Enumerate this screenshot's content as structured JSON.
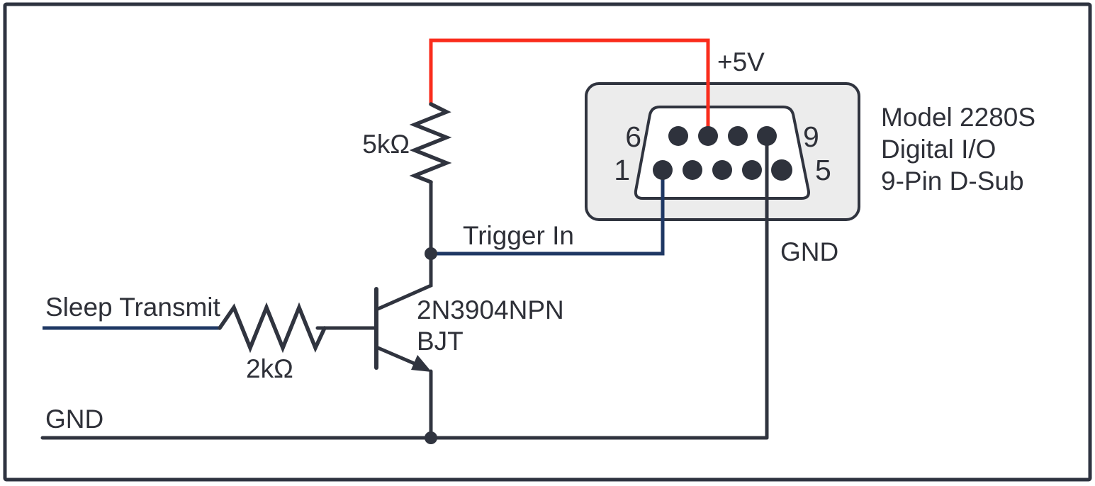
{
  "schematic": {
    "labels": {
      "supply": "+5V",
      "pullup_resistor": "5kΩ",
      "base_resistor": "2kΩ",
      "trigger": "Trigger In",
      "input_signal": "Sleep Transmit",
      "transistor_line1": "2N3904NPN",
      "transistor_line2": "BJT",
      "ground_left": "GND",
      "ground_right": "GND"
    },
    "connector": {
      "title": [
        "Model 2280S",
        "Digital I/O",
        "9-Pin D-Sub"
      ],
      "pin_labels": {
        "top_left": "6",
        "top_right": "9",
        "bottom_left": "1",
        "bottom_right": "5"
      },
      "top_pin_count": 4,
      "bottom_pin_count": 5
    },
    "colors": {
      "wire_dark": "#30343f",
      "wire_navy": "#1f3864",
      "wire_red": "#fa2c1c",
      "connector_fill": "#ececec",
      "connector_inner": "#ffffff",
      "pin_fill": "#2e323c",
      "text": "#2e3038",
      "border": "#2e3340"
    }
  }
}
